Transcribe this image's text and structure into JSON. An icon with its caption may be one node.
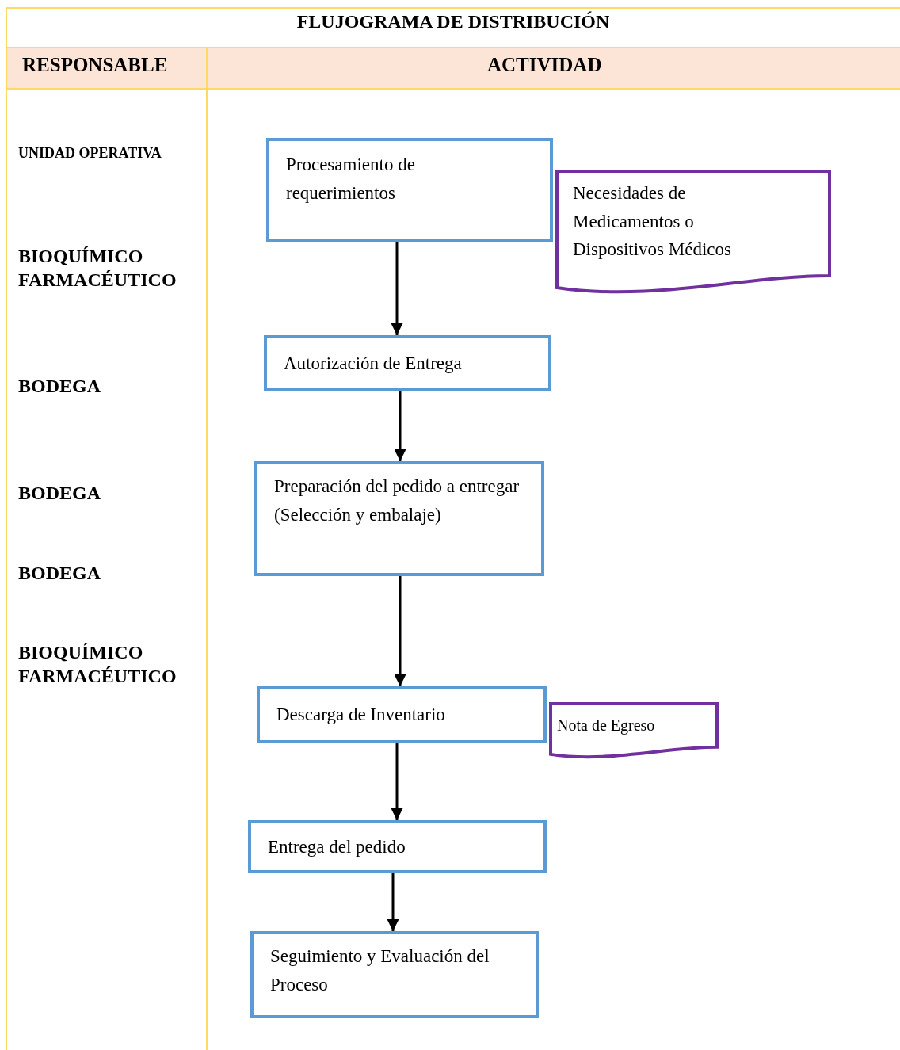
{
  "diagram": {
    "title": "FLUJOGRAMA DE DISTRIBUCIÓN",
    "nodes": [
      {
        "text": [
          "Procesamiento de requerimientos"
        ]
      },
      {
        "text": [
          "Necesidades de Medicamentos o Dispositivos Médicos"
        ]
      },
      {
        "text": [
          "Autorización de Entrega"
        ]
      },
      {
        "text": [
          "Preparación del pedido a entregar (Selección y embalaje)"
        ]
      },
      {
        "text": [
          "Descarga de Inventario"
        ]
      },
      {
        "text": [
          "Nota de Egreso"
        ]
      },
      {
        "text": [
          "Entrega del pedido"
        ]
      },
      {
        "text": [
          "Seguimiento y Evaluación del Proceso"
        ]
      }
    ],
    "edges": [
      {
        "from": 0,
        "to": 2,
        "arrow": "to"
      },
      {
        "from": 2,
        "to": 3,
        "arrow": "to"
      },
      {
        "from": 3,
        "to": 4,
        "arrow": "to"
      },
      {
        "from": 4,
        "to": 6,
        "arrow": "to"
      },
      {
        "from": 6,
        "to": 7,
        "arrow": "to"
      }
    ],
    "labels": [
      "RESPONSABLE",
      "ACTIVIDAD",
      "UNIDAD OPERATIVA",
      "BIOQUÍMICO FARMACÉUTICO",
      "BODEGA",
      "BODEGA",
      "BODEGA",
      "BIOQUÍMICO FARMACÉUTICO"
    ]
  }
}
